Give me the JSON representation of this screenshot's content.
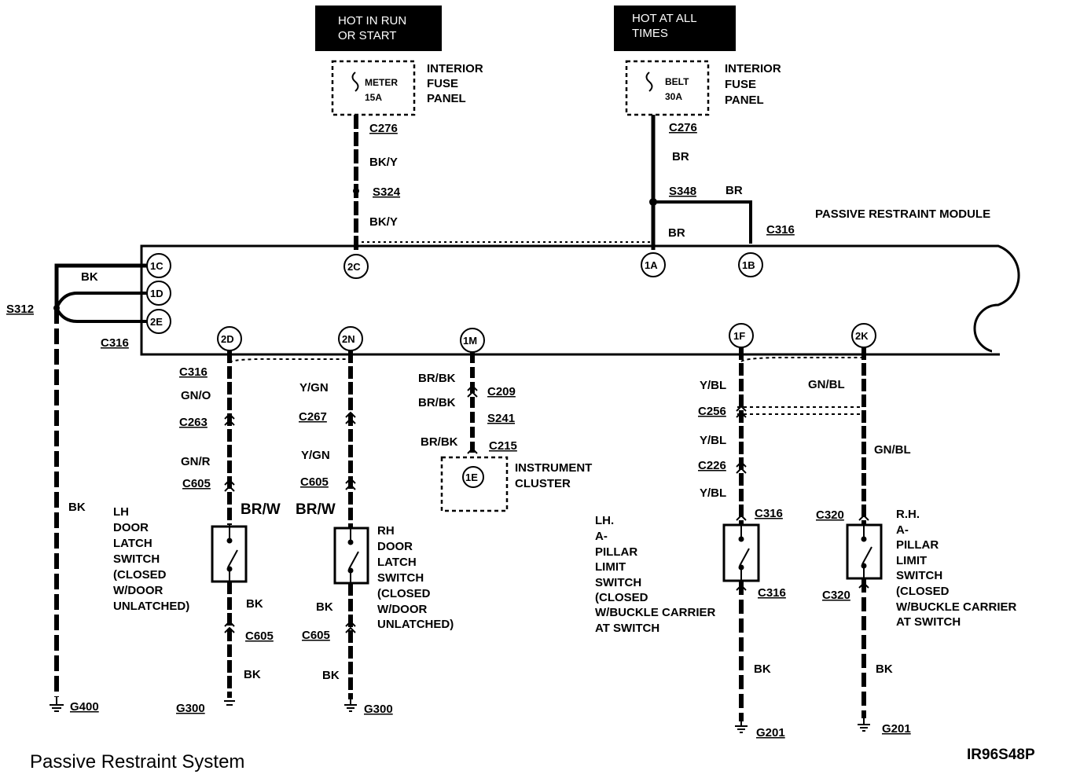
{
  "title": "Passive Restraint System",
  "figure_code": "IR96S48P",
  "module_label": "PASSIVE RESTRAINT MODULE",
  "power": {
    "left": {
      "header": [
        "HOT IN RUN",
        "OR START"
      ],
      "fuse": [
        "METER",
        "15A"
      ],
      "panel": [
        "INTERIOR",
        "FUSE",
        "PANEL"
      ],
      "connector": "C276",
      "wire_upper": "BK/Y",
      "splice": "S324",
      "wire_lower": "BK/Y",
      "pin": "2C"
    },
    "right": {
      "header": [
        "HOT AT ALL",
        "TIMES"
      ],
      "fuse": [
        "BELT",
        "30A"
      ],
      "panel": [
        "INTERIOR",
        "FUSE",
        "PANEL"
      ],
      "connector": "C276",
      "wire_upper": "BR",
      "splice": "S348",
      "wire_branch": "BR",
      "wire_lower": "BR",
      "pin_a": "1A",
      "pin_b": "1B",
      "pin_b_connector": "C316"
    }
  },
  "ground_left": {
    "pins": [
      "1C",
      "1D",
      "2E"
    ],
    "wire_top": "BK",
    "splice": "S312",
    "connector": "C316",
    "wire": "BK",
    "ground": "G400"
  },
  "circuits": {
    "lh_door": {
      "pin": "2D",
      "conn1": "C316",
      "wire1": "GN/O",
      "conn2": "C263",
      "wire2": "GN/R",
      "conn3": "C605",
      "wire3": "BR/W",
      "label": [
        "LH",
        "DOOR",
        "LATCH",
        "SWITCH",
        "(CLOSED",
        "W/DOOR",
        "UNLATCHED)"
      ],
      "wire_gnd1": "BK",
      "conn4": "C605",
      "wire_gnd2": "BK",
      "ground": "G300"
    },
    "rh_door": {
      "pin": "2N",
      "wire1": "Y/GN",
      "conn2": "C267",
      "wire2": "Y/GN",
      "conn3": "C605",
      "wire3": "BR/W",
      "label": [
        "RH",
        "DOOR",
        "LATCH",
        "SWITCH",
        "(CLOSED",
        "W/DOOR",
        "UNLATCHED)"
      ],
      "wire_gnd1": "BK",
      "conn4": "C605",
      "wire_gnd2": "BK",
      "ground": "G300"
    },
    "cluster": {
      "pin": "1M",
      "wire1": "BR/BK",
      "conn1": "C209",
      "wire2": "BR/BK",
      "splice": "S241",
      "wire3": "BR/BK",
      "conn2": "C215",
      "end_pin": "1E",
      "label": [
        "INSTRUMENT",
        "CLUSTER"
      ]
    },
    "lh_pillar": {
      "pin": "1F",
      "wire1": "Y/BL",
      "conn1": "C256",
      "wire2": "Y/BL",
      "conn2": "C226",
      "wire3": "Y/BL",
      "conn3": "C316",
      "label": [
        "LH.",
        "A-",
        "PILLAR",
        "LIMIT",
        "SWITCH",
        "(CLOSED",
        "W/BUCKLE CARRIER",
        "AT SWITCH"
      ],
      "conn4": "C316",
      "wire_gnd": "BK",
      "ground": "G201"
    },
    "rh_pillar": {
      "pin": "2K",
      "wire1": "GN/BL",
      "wire2": "GN/BL",
      "conn3": "C320",
      "label": [
        "R.H.",
        "A-",
        "PILLAR",
        "LIMIT",
        "SWITCH",
        "(CLOSED",
        "W/BUCKLE CARRIER",
        "AT SWITCH"
      ],
      "conn4": "C320",
      "wire_gnd": "BK",
      "ground": "G201"
    }
  }
}
